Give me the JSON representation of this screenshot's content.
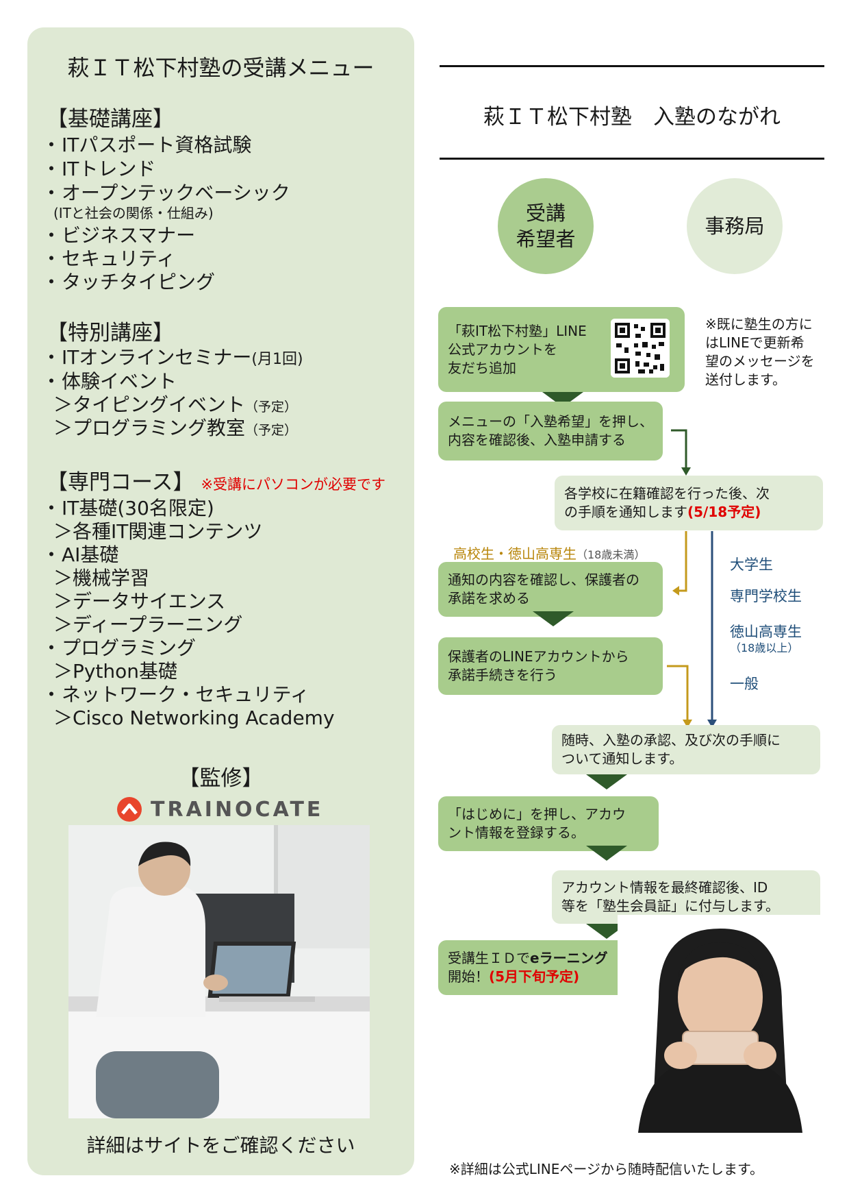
{
  "menu": {
    "title": "萩ＩＴ松下村塾の受講メニュー",
    "basic": {
      "heading": "【基礎講座】",
      "items": [
        "ITパスポート資格試験",
        "ITトレンド",
        "オープンテックベーシック",
        "ビジネスマナー",
        "セキュリティ",
        "タッチタイピング"
      ],
      "note": "(ITと社会の関係・仕組み)"
    },
    "special": {
      "heading": "【特別講座】",
      "item1": "ITオンラインセミナー",
      "item1_note": "(月1回)",
      "item2": "体験イベント",
      "sub1": "タイピングイベント",
      "sub2": "プログラミング教室",
      "planned": "（予定）"
    },
    "pro": {
      "heading": "【専門コース】",
      "warning": "※受講にパソコンが必要です",
      "item1": "IT基礎(30名限定)",
      "item1_sub": "各種IT関連コンテンツ",
      "item2": "AI基礎",
      "item2_subs": [
        "機械学習",
        "データサイエンス",
        "ディープラーニング"
      ],
      "item3": "プログラミング",
      "item3_sub": "Python基礎",
      "item4": "ネットワーク・セキュリティ",
      "item4_sub": "Cisco Networking Academy"
    },
    "supervision": "【監修】",
    "logo_text": "TRAINOCATE",
    "footer": "詳細はサイトをご確認ください"
  },
  "bullet": "・",
  "arrow": "＞",
  "flow": {
    "title": "萩ＩＴ松下村塾　入塾のながれ",
    "applicant": "受講\n希望者",
    "office": "事務局",
    "step1": [
      "「萩IT松下村塾」LINE",
      "公式アカウントを",
      "友だち追加"
    ],
    "step1_note": [
      "※既に塾生の方に",
      "はLINEで更新希",
      "望のメッセージを",
      "送付します。"
    ],
    "step2": [
      "メニューの「入塾希望」を押し、",
      "内容を確認後、入塾申請する"
    ],
    "step3_line1": "各学校に在籍確認を行った後、次",
    "step3_line2": "の手順を通知します",
    "step3_date": "(5/18予定)",
    "minor_label": "高校生・徳山高専生",
    "minor_age": "（18歳未満）",
    "step4": [
      "通知の内容を確認し、保護者の",
      "承諾を求める"
    ],
    "step5": [
      "保護者のLINEアカウントから",
      "承諾手続きを行う"
    ],
    "adult_labels": [
      "大学生",
      "専門学校生",
      "徳山高専生",
      "一般"
    ],
    "adult_age": "（18歳以上）",
    "step6": [
      "随時、入塾の承認、及び次の手順に",
      "ついて通知します。"
    ],
    "step7": [
      "「はじめに」を押し、アカウ",
      "ント情報を登録する。"
    ],
    "step8": [
      "アカウント情報を最終確認後、ID",
      "等を「塾生会員証」に付与します。"
    ],
    "step9_pre": "受講生ＩＤで",
    "step9_bold": "eラーニング",
    "step9_start": "開始！",
    "step9_date": "(5月下旬予定)",
    "footer": "※詳細は公式LINEページから随時配信いたします。"
  },
  "colors": {
    "panel": "#dfe9d4",
    "box_dark": "#a8cc8c",
    "box_light": "#e1ebd7",
    "arrow_green": "#2f5a2a",
    "arrow_gold": "#c49a1c",
    "arrow_blue": "#2b4f7a",
    "accent_red": "#e00000"
  }
}
